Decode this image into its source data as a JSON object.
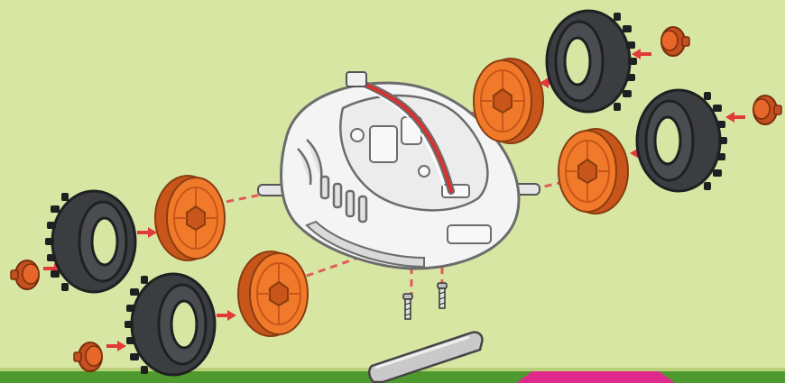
{
  "diagram": {
    "kind": "exploded-assembly-illustration",
    "colors": {
      "background": "#d8e6a4",
      "bottom_strip": "#4f9a2e",
      "pink_tab": "#e0298c",
      "tire": "#3b3d40",
      "tire_tread": "#1f2022",
      "rim": "#f07a2a",
      "rim_shadow": "#c8561a",
      "hub_cap": "#e7672a",
      "chassis": "#f4f4f4",
      "chassis_line": "#6c6c6c",
      "arrow": "#e23a3a",
      "dashed_line": "#e25a5a",
      "wire_red": "#d8312f",
      "wire_white": "#ffffff",
      "skid_bar": "#c9c9c9"
    },
    "parts": [
      {
        "name": "chassis",
        "icon": "chassis-icon"
      },
      {
        "name": "rim",
        "icon": "rim-icon",
        "count": 4
      },
      {
        "name": "tire",
        "icon": "tire-icon",
        "count": 4
      },
      {
        "name": "hub-cap",
        "icon": "hub-cap-icon",
        "count": 4
      },
      {
        "name": "screw",
        "icon": "screw-icon",
        "count": 2
      },
      {
        "name": "skid-bar",
        "icon": "skid-bar-icon",
        "count": 1
      }
    ]
  }
}
